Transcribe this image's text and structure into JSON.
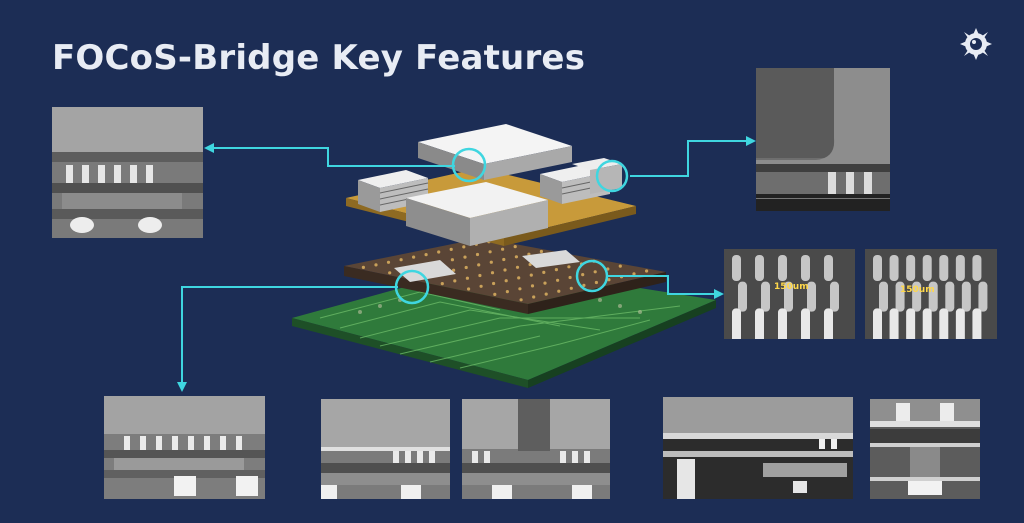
{
  "slide": {
    "title": "FOCoS-Bridge Key Features"
  },
  "pillar_images": [
    {
      "pitch_label": "150um"
    },
    {
      "pitch_label": "150um"
    }
  ],
  "colors": {
    "background": "#1c2d55",
    "callout_line": "#3fd6e0",
    "title_text": "#e8ecf4",
    "substrate_gold": "#c89a3a",
    "pcb_green": "#2f7a3b"
  },
  "icons": {
    "logo": "gear-logo-icon"
  }
}
